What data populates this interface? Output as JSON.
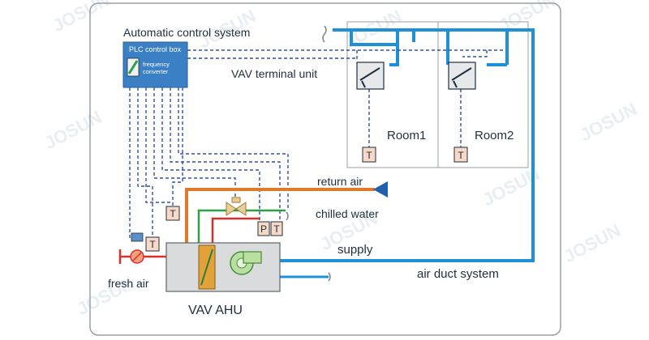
{
  "title": "Automatic control system",
  "plc_box": {
    "title": "PLC control box",
    "converter_line1": "frequency",
    "converter_line2": "converter"
  },
  "labels": {
    "vav_terminal_unit": "VAV terminal unit",
    "room1": "Room1",
    "room2": "Room2",
    "return_air": "return air",
    "chilled_water": "chilled water",
    "supply": "supply",
    "air_duct_system": "air duct system",
    "fresh_air": "fresh air",
    "vav_ahu": "VAV AHU"
  },
  "sensors": {
    "temperature": "T",
    "pressure": "P"
  },
  "watermark": "JOSUN",
  "colors": {
    "frame": "#9aa0a6",
    "duct_blue": "#1e90d8",
    "control_dash": "#2f4fb5",
    "return_orange": "#e07a2a",
    "water_green": "#2ea043",
    "water_red": "#d9302c",
    "plc_blue": "#3b7fc4",
    "sensor_fill": "#f8d8c6",
    "ahu_fill": "#d9dbdd"
  }
}
